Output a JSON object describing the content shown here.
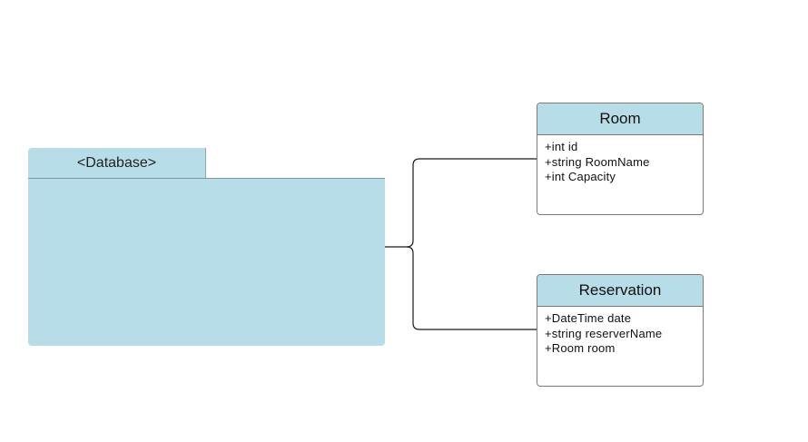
{
  "colors": {
    "fill": "#b7dde8",
    "line": "#1a1a1a"
  },
  "package": {
    "label": "<Database>"
  },
  "classes": [
    {
      "name": "Room",
      "attributes": [
        "+int id",
        "+string RoomName",
        "+int Capacity"
      ]
    },
    {
      "name": "Reservation",
      "attributes": [
        "+DateTime date",
        "+string reserverName",
        "+Room room"
      ]
    }
  ]
}
